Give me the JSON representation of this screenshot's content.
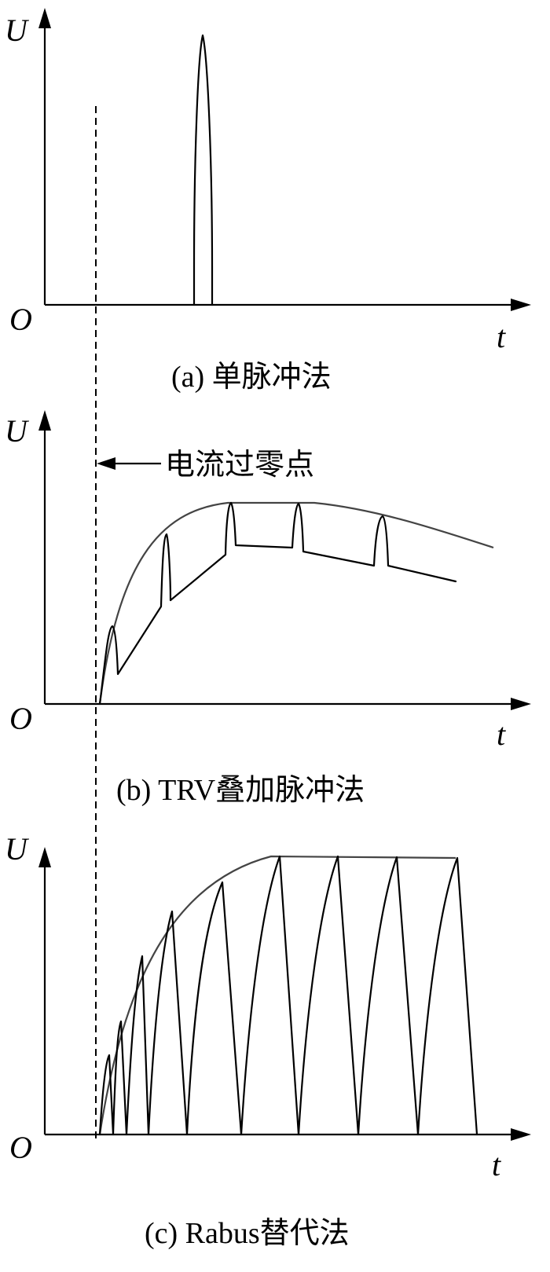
{
  "panels": [
    {
      "id": "a",
      "y_axis_label": "U",
      "x_axis_label": "t",
      "origin_label": "O",
      "caption": "(a)  单脉冲法"
    },
    {
      "id": "b",
      "y_axis_label": "U",
      "x_axis_label": "t",
      "origin_label": "O",
      "caption": "(b)  TRV叠加脉冲法"
    },
    {
      "id": "c",
      "y_axis_label": "U",
      "x_axis_label": "t",
      "origin_label": "O",
      "caption": "(c)  Rabus替代法"
    }
  ],
  "annotation": {
    "current_zero_label": "电流过零点"
  }
}
